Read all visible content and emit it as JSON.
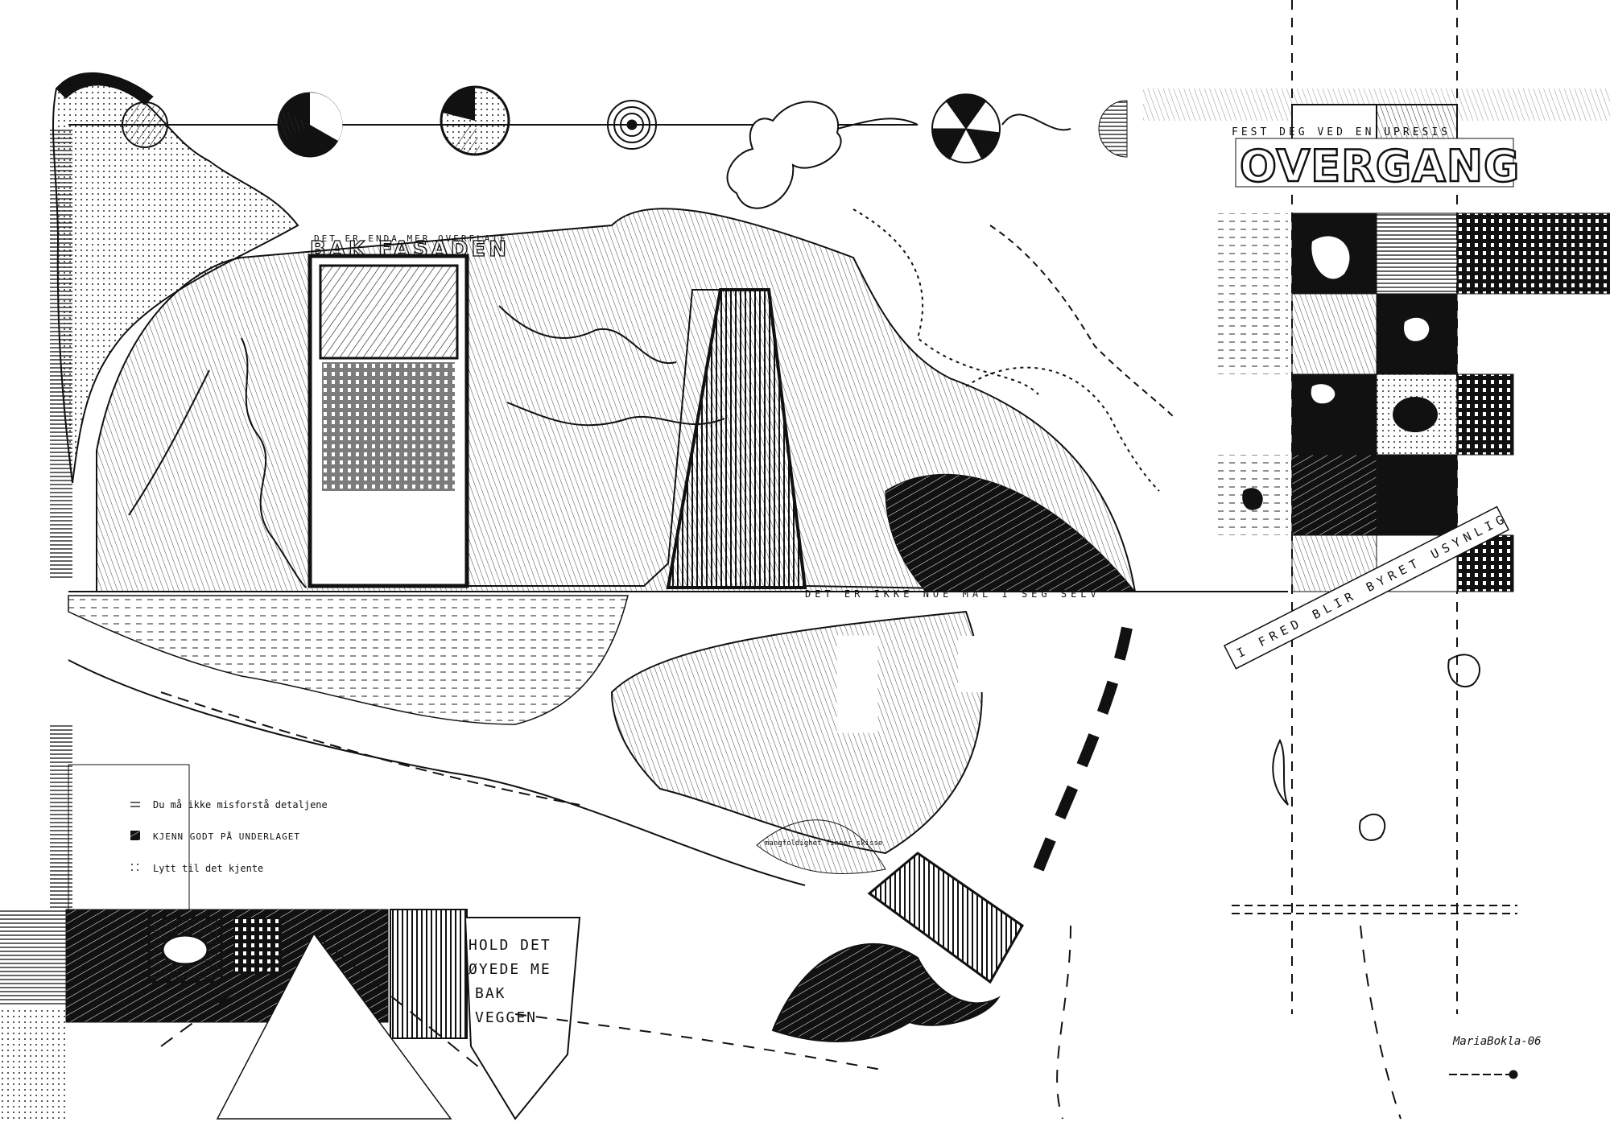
{
  "artwork": {
    "headline_top": "FEST DEG VED EN UPRESIS",
    "headline_main": "OVERGANG",
    "facade_top": "DET ER ENDA MER OVERFLATE",
    "facade_main": "BAK FASADEN",
    "goal_text": "DET ER IKKE NOE MÅL I SEG SELV",
    "diagonal_text": "I FRED BLIR BYRET USYNLIG",
    "notes": [
      "Du må ikke misforstå detaljene",
      "KJENN GODT PÅ UNDERLAGET",
      "Lytt til det kjente"
    ],
    "stacked_words": [
      "HOLD DET",
      "ØYEDE ME",
      "BAK",
      "VEGGEN"
    ],
    "small_script": "mangfoldighet finner skisse",
    "signature": "MariaBokla-06",
    "colors": {
      "ink": "#111111",
      "paper": "#ffffff",
      "shade": "#555555"
    }
  }
}
